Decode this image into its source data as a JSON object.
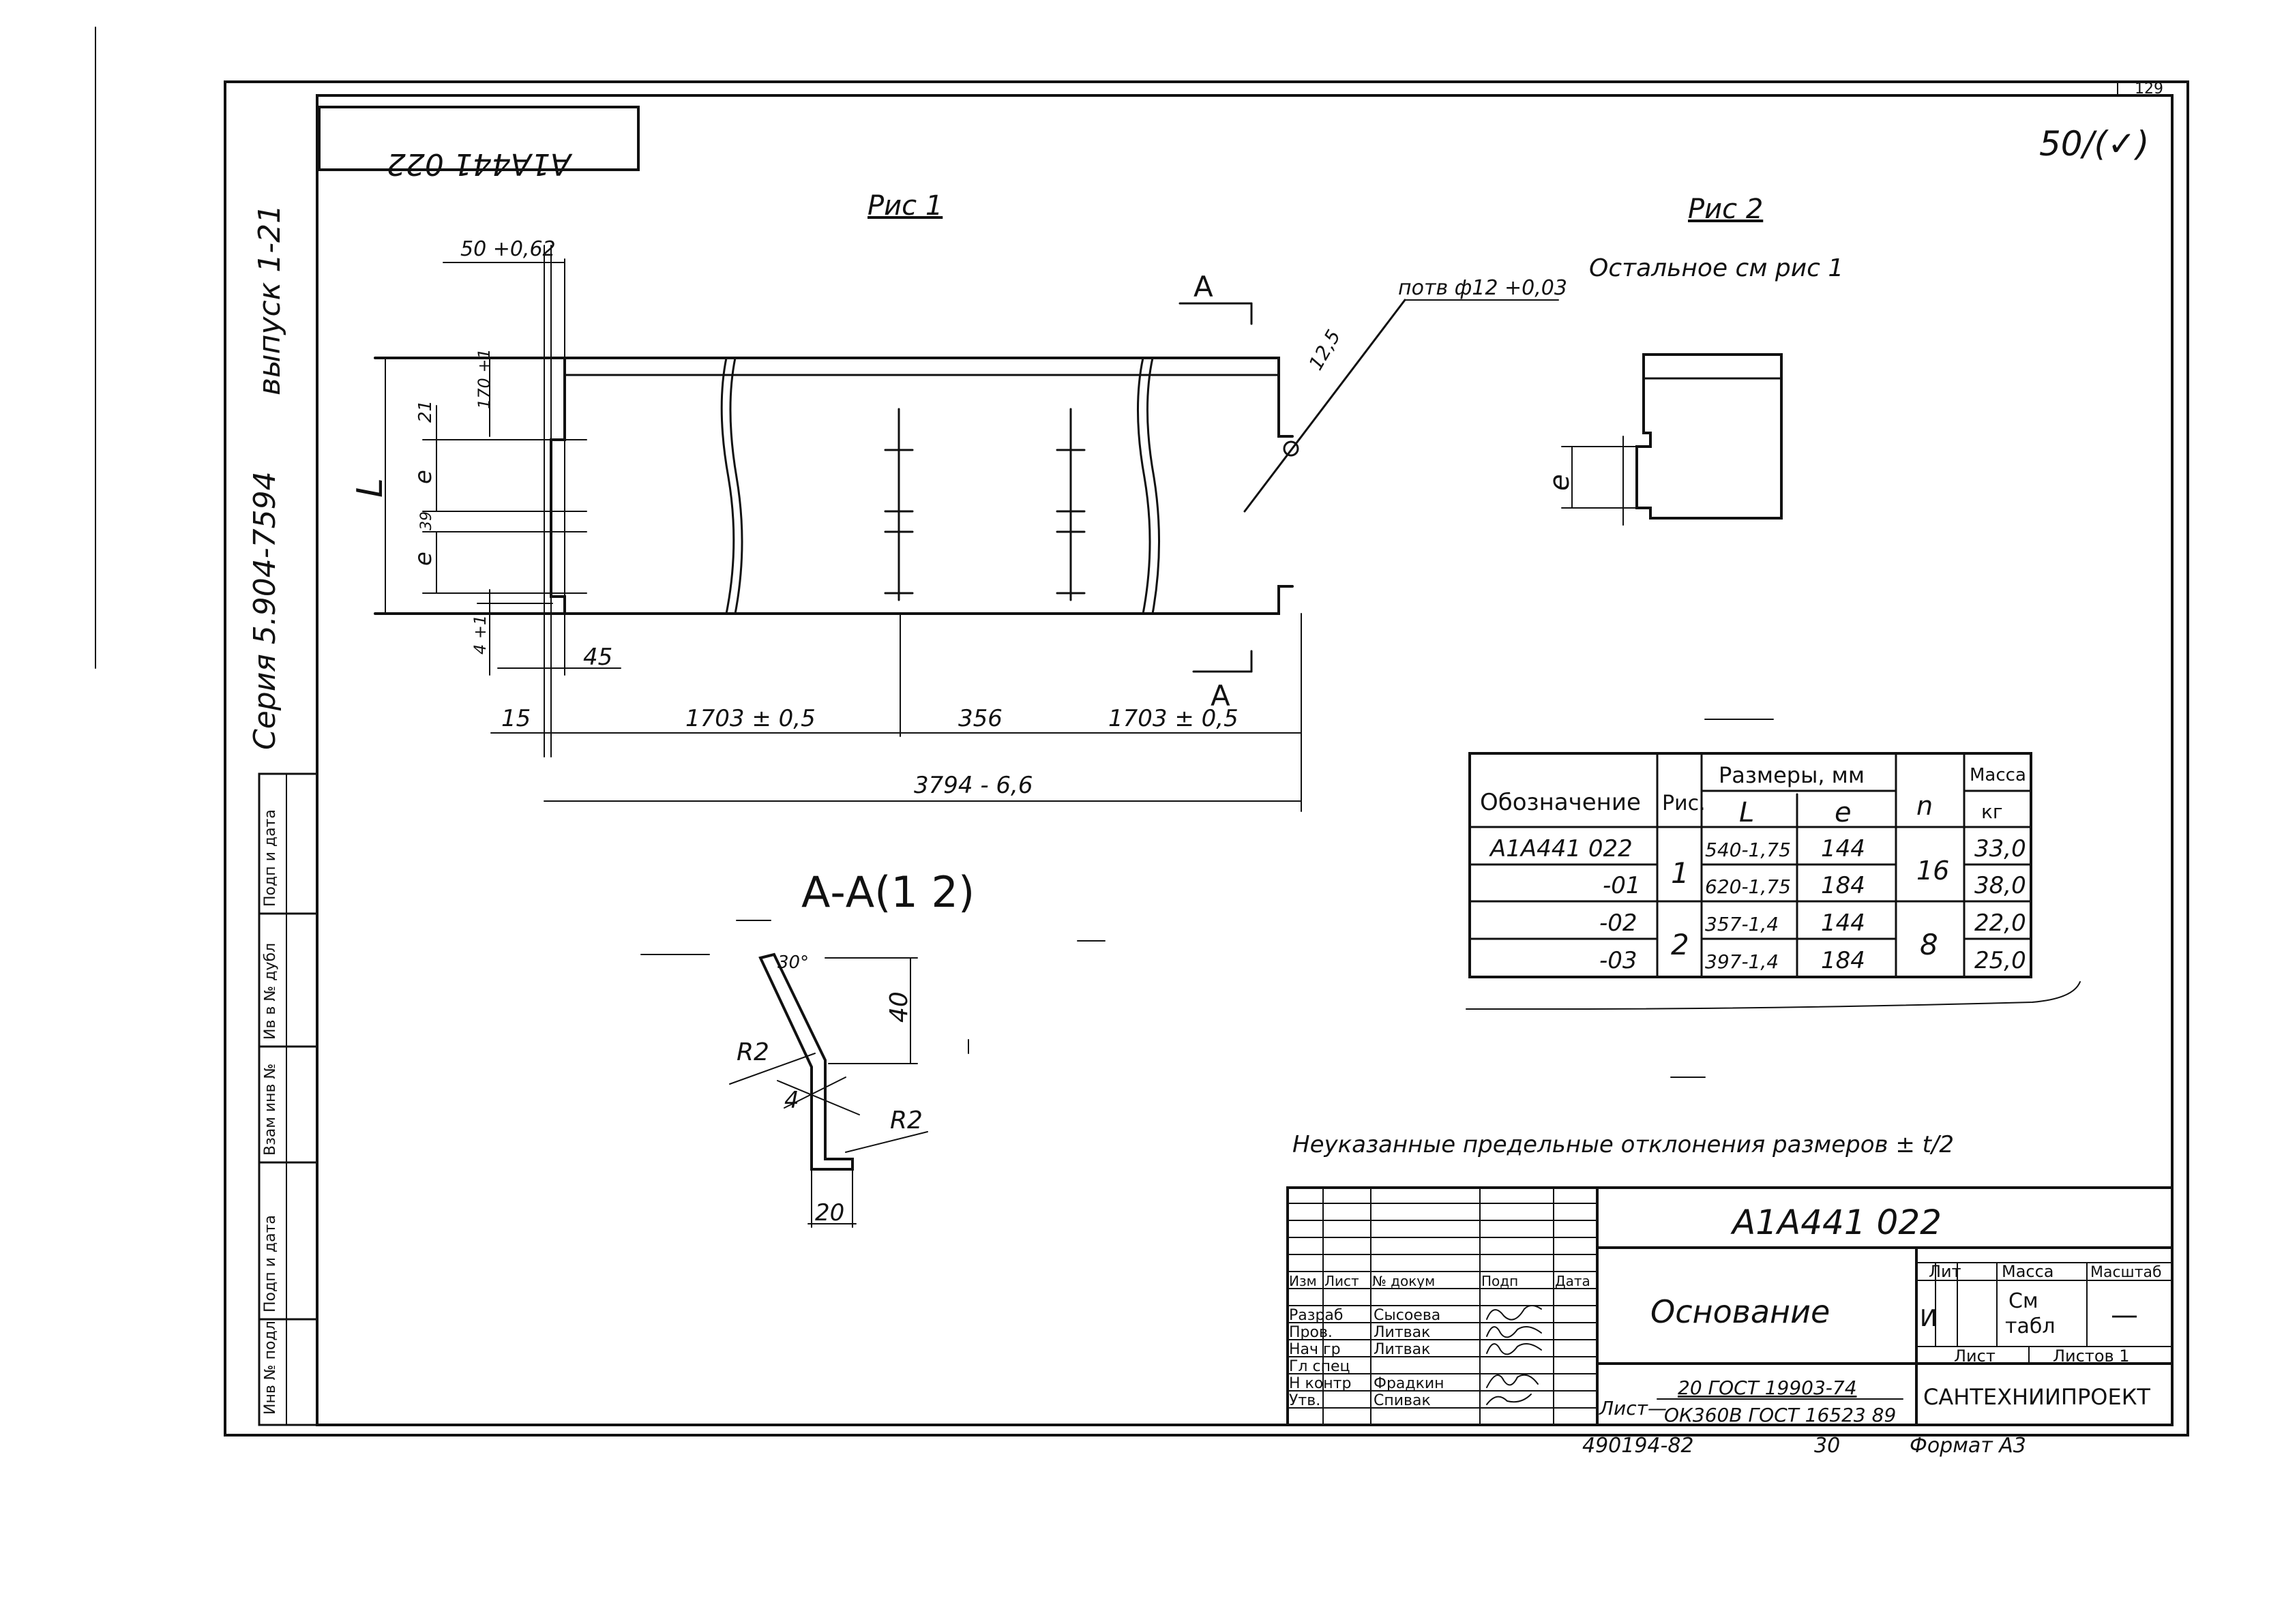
{
  "sheet": {
    "sheet_number": "129",
    "doc_code_mirrored": "А1А441 022",
    "roughness_mark": "50/(✓)",
    "margin_series": "Серия 5.904-7594",
    "margin_issue": "выпуск 1-21",
    "margin_side_labels": [
      "Инв № подл",
      "Подп и дата",
      "Взам инв №",
      "Ив в № дубл",
      "Подп и дата"
    ]
  },
  "figure1": {
    "title": "Рис 1",
    "section_mark": "А",
    "hole_label": "потв ф12 +0,03",
    "dim_12_5": "12,5",
    "dim_50": "50 +0,62",
    "dim_170": "170 +1",
    "dim_21": "21",
    "dim_e1": "е",
    "dim_39": "39",
    "dim_e2": "е",
    "dim_L": "L",
    "dim_4": "4 +1",
    "dim_45": "45",
    "dim_15": "15",
    "dim_1703": "1703 ± 0,5",
    "dim_356": "356",
    "dim_1703b": "1703 ± 0,5",
    "dim_3794": "3794 - 6,6"
  },
  "figure2": {
    "title": "Рис 2",
    "note": "Остальное см рис 1",
    "dim_e": "е"
  },
  "section_aa": {
    "title": "А-А(1 2)",
    "angle": "30°",
    "dim_40": "40",
    "radius1": "R2",
    "radius2": "R2",
    "thickness": "4",
    "dim_20": "20"
  },
  "size_table": {
    "headers": {
      "designation": "Обозначение",
      "figure": "Рис.",
      "dimensions": "Размеры, мм",
      "L": "L",
      "e": "е",
      "n": "n",
      "mass": "Масса",
      "mass_unit": "кг"
    },
    "rows": [
      {
        "designation": "А1А441 022",
        "L": "540-1,75",
        "e": "144",
        "mass": "33,0"
      },
      {
        "designation": "-01",
        "L": "620-1,75",
        "e": "184",
        "mass": "38,0"
      },
      {
        "designation": "-02",
        "L": "357-1,4",
        "e": "144",
        "mass": "22,0"
      },
      {
        "designation": "-03",
        "L": "397-1,4",
        "e": "184",
        "mass": "25,0"
      }
    ],
    "figure_groups": [
      "1",
      "2"
    ],
    "n_groups": [
      "16",
      "8"
    ]
  },
  "tolerance_note": "Неуказанные предельные отклонения размеров ± t/2",
  "title_block": {
    "designation": "А1А441 022",
    "name": "Основание",
    "lit_header": "Лит",
    "mass_header": "Масса",
    "scale_header": "Масштаб",
    "lit_value": "И",
    "mass_value_1": "См",
    "mass_value_2": "табл",
    "scale_value": "—",
    "sheet_header": "Лист",
    "sheets_header": "Листов 1",
    "material_prefix": "Лист—",
    "material_line1": "20 ГОСТ 19903-74",
    "material_line2": "ОК360В ГОСТ 16523 89",
    "organization": "САНТЕХНИИПРОЕКТ",
    "head_labels": [
      "Изм",
      "Лист",
      "№ докум",
      "Подп",
      "Дата"
    ],
    "roles": [
      {
        "role": "Разраб",
        "name": "Сысоева"
      },
      {
        "role": "Пров.",
        "name": "Литвак"
      },
      {
        "role": "Нач гр",
        "name": "Литвак"
      },
      {
        "role": "Гл спец",
        "name": ""
      },
      {
        "role": "Н контр",
        "name": "Фрадкин"
      },
      {
        "role": "Утв.",
        "name": "Спивак"
      }
    ],
    "footer_code": "490194-82",
    "footer_copy": "30",
    "footer_format": "Формат А3"
  }
}
